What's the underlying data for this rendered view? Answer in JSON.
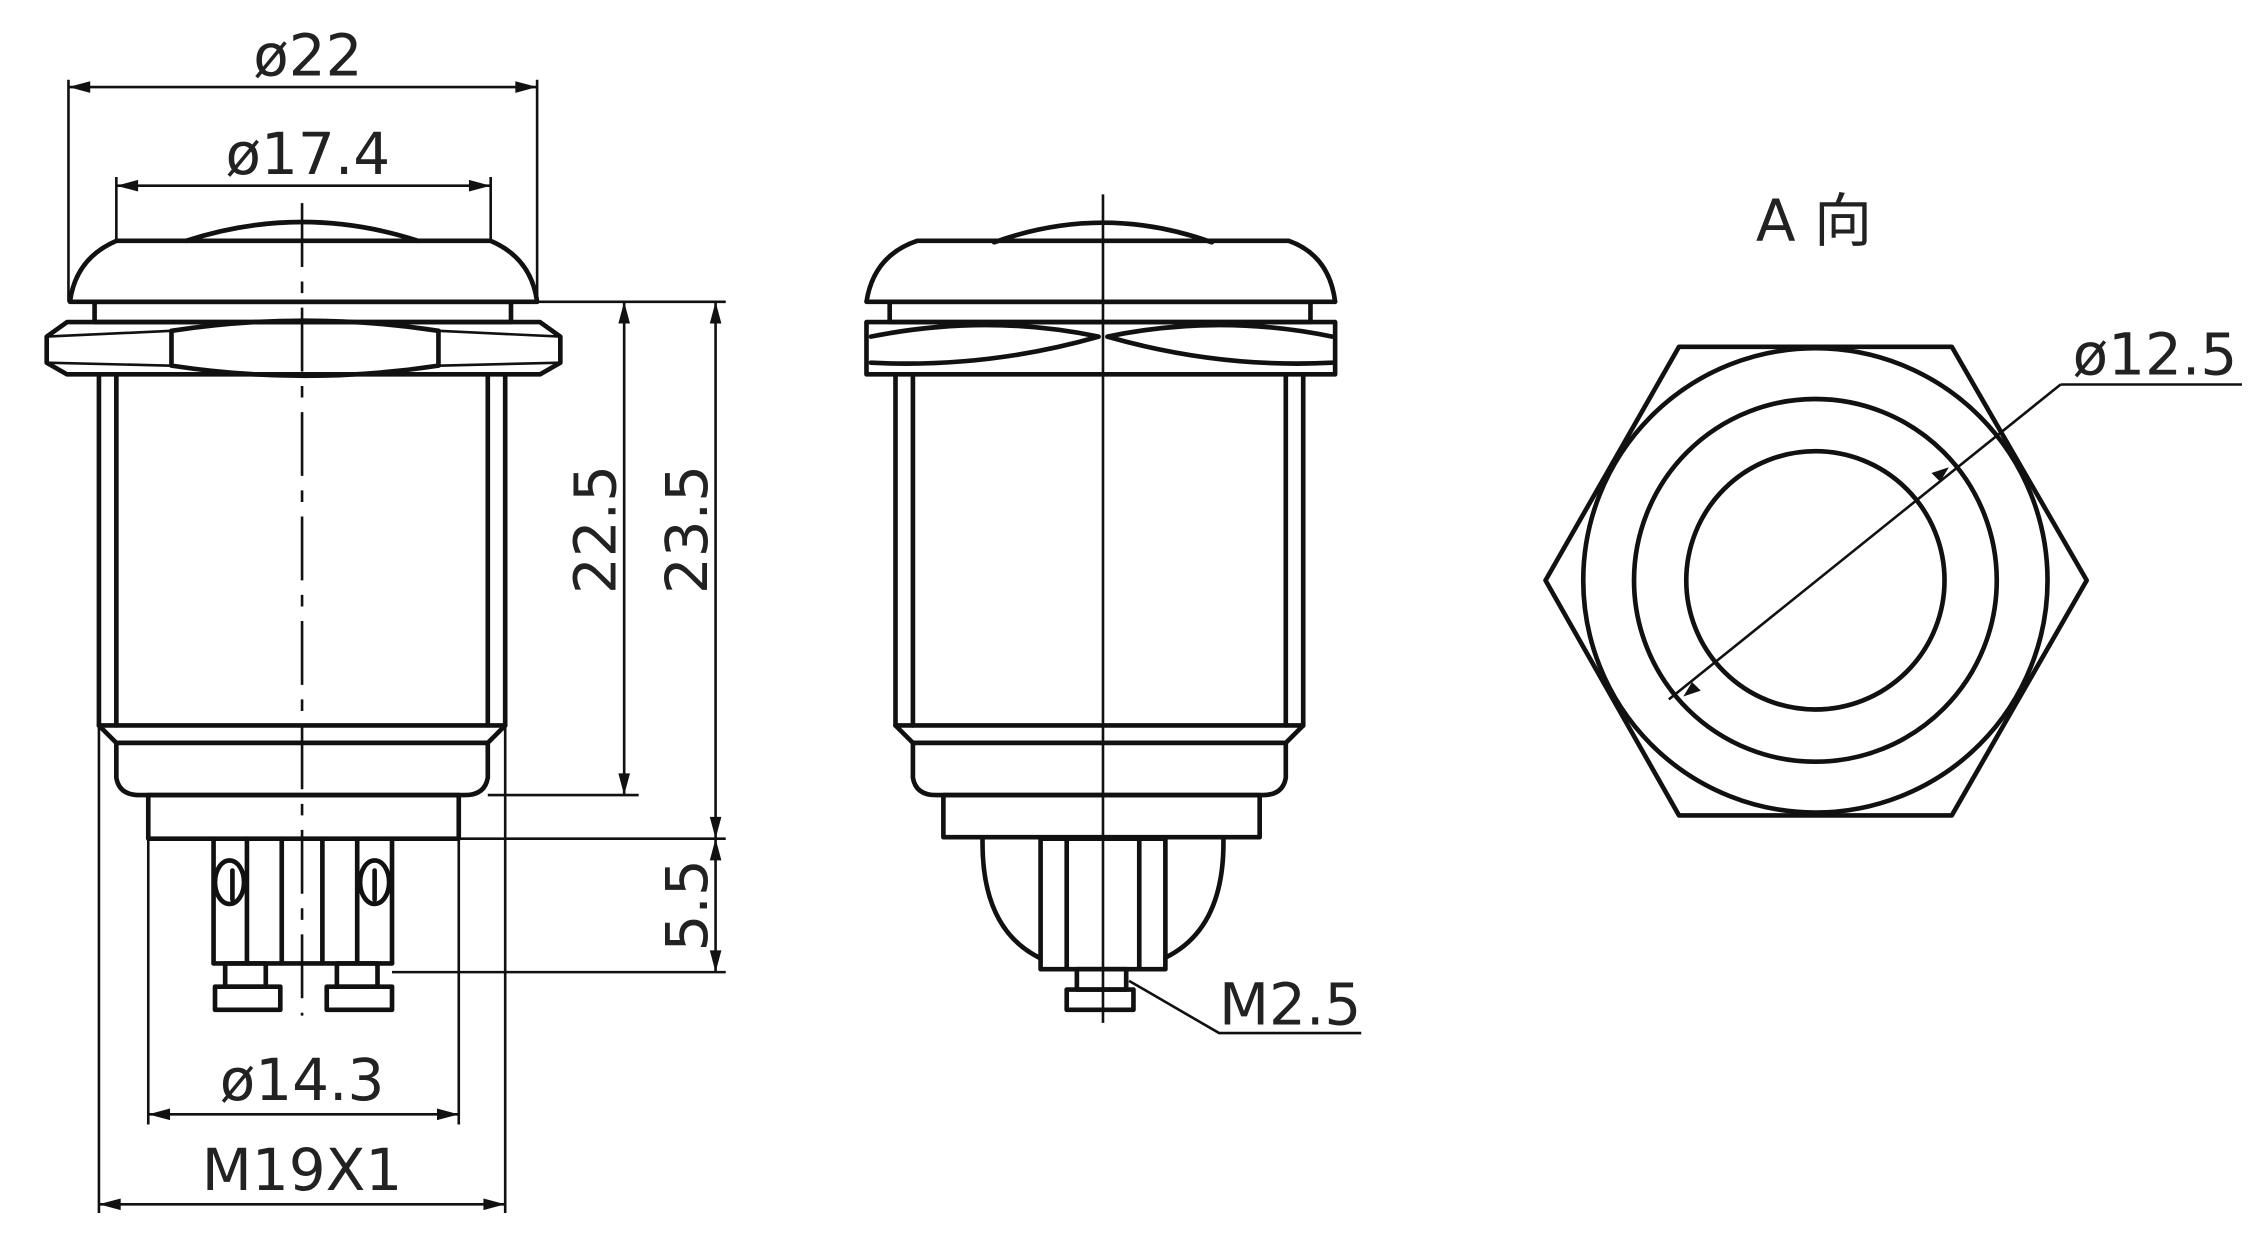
{
  "drawing": {
    "title": "Push button switch dimensional drawing",
    "line_color": "#111111",
    "background": "#ffffff"
  },
  "views": {
    "front": {
      "dims": {
        "cap_diameter": "ø22",
        "cap_top_diameter": "ø17.4",
        "height_body": "22.5",
        "height_total": "23.5",
        "terminal_length": "5.5",
        "base_diameter": "ø14.3",
        "thread": "M19X1"
      }
    },
    "side": {
      "dims": {
        "screw": "M2.5"
      }
    },
    "top": {
      "label": "A 向",
      "dims": {
        "lens_diameter": "ø12.5"
      }
    }
  }
}
